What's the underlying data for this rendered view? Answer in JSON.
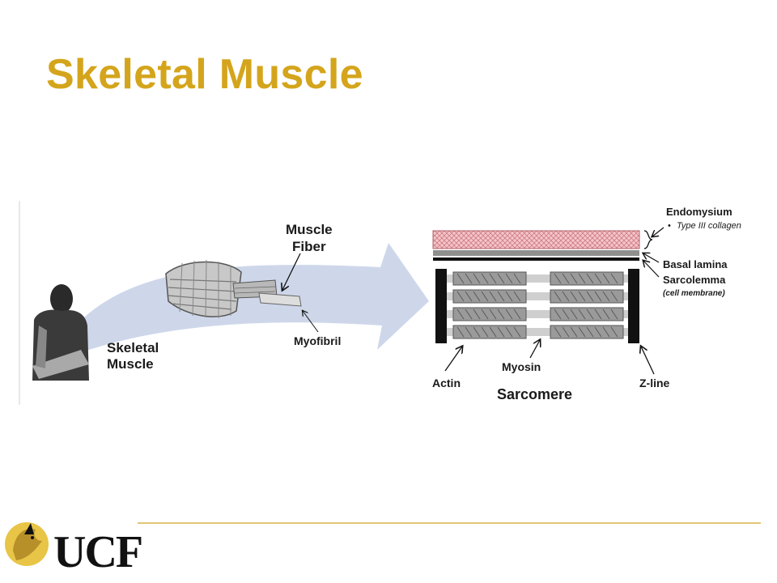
{
  "slide": {
    "title": "Skeletal Muscle"
  },
  "diagram": {
    "skeletal_muscle_label": [
      "Skeletal",
      "Muscle"
    ],
    "muscle_fiber_label": [
      "Muscle",
      "Fiber"
    ],
    "myofibril_label": "Myofibril",
    "endomysium_label": "Endomysium",
    "collagen_bullet": "•",
    "collagen_label": "Type III collagen",
    "basal_lamina_label": "Basal lamina",
    "sarcolemma_label": "Sarcolemma",
    "cell_membrane_label": "(cell membrane)",
    "actin_label": "Actin",
    "myosin_label": "Myosin",
    "zline_label": "Z-line",
    "sarcomere_label": "Sarcomere"
  },
  "footer": {
    "logo_text": "UCF"
  },
  "colors": {
    "title": "#d4a51c",
    "arrow": "#c9d3e8",
    "endomysium": "#f2b8bd",
    "basal_lamina": "#8f8f8f",
    "footer_line": "#e2c674"
  }
}
